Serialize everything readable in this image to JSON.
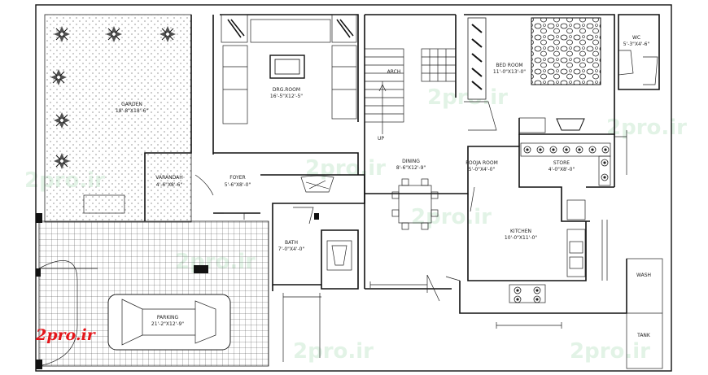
{
  "rooms": {
    "garden": {
      "name": "GARDEN",
      "dim": "18'-8\"X18'-6\""
    },
    "drg_room": {
      "name": "DRG.ROOM",
      "dim": "16'-5\"X12'-5\""
    },
    "bed_room": {
      "name": "BED ROOM",
      "dim": "11'-0\"X13'-0\""
    },
    "wc": {
      "name": "WC",
      "dim": "5'-3\"X4'-6\""
    },
    "varandah": {
      "name": "VARANDAH",
      "dim": "4'-6\"X8'-6\""
    },
    "foyer": {
      "name": "FOYER",
      "dim": "5'-6\"X8'-0\""
    },
    "dining": {
      "name": "DINING",
      "dim": "8'-6\"X12'-9\""
    },
    "pooja_room": {
      "name": "POOJA ROOM",
      "dim": "5'-0\"X4'-0\""
    },
    "store": {
      "name": "STORE",
      "dim": "4'-0\"X8'-0\""
    },
    "bath": {
      "name": "BATH",
      "dim": "7'-0\"X4'-0\""
    },
    "kitchen": {
      "name": "KITCHEN",
      "dim": "10'-0\"X11'-0\""
    },
    "parking": {
      "name": "PARKING",
      "dim": "21'-2\"X12'-9\""
    },
    "wash": {
      "name": "WASH"
    },
    "tank": {
      "name": "TANK"
    }
  },
  "annotations": {
    "arch": "ARCH",
    "up": "UP"
  },
  "watermark": "2pro.ir",
  "logo": "2pro.ir",
  "colors": {
    "walls": "#111111",
    "logo": "#e4161b",
    "watermark": "#d7eedc"
  }
}
